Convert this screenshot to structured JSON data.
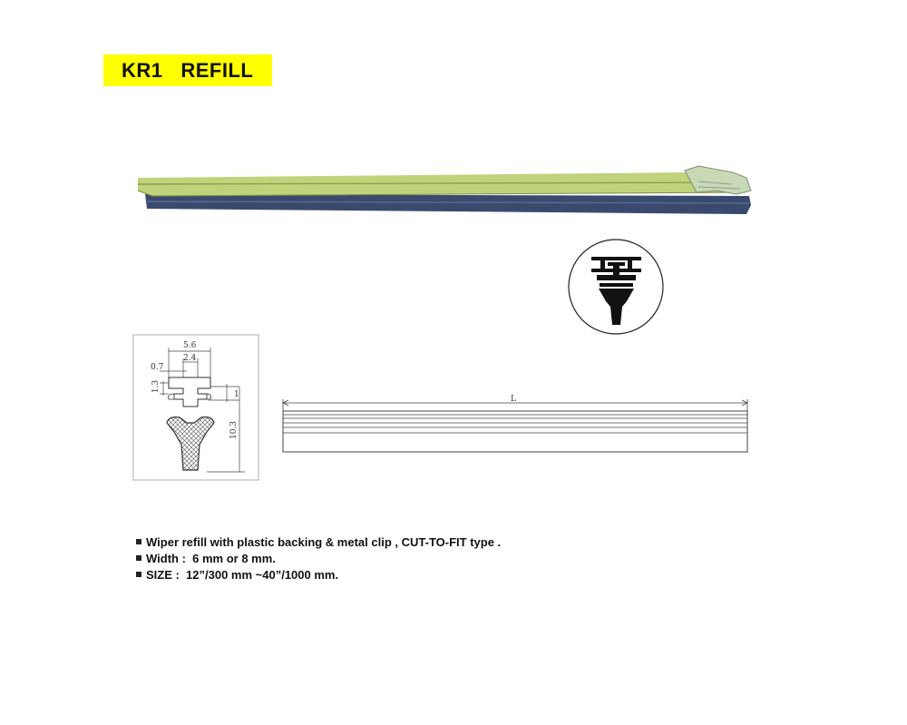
{
  "title": "KR1   REFILL",
  "drawing": {
    "dim_width_outer": "5.6",
    "dim_width_inner": "2.4",
    "dim_gap": "0.7",
    "dim_height_small": "1.3",
    "dim_height_right": "1",
    "dim_height_total": "10.3",
    "length_label": "L"
  },
  "specs": [
    "Wiper refill with plastic backing & metal clip , CUT-TO-FIT type .",
    "Width :  6 mm or 8 mm.",
    "SIZE :  12”/300 mm ~40”/1000 mm."
  ],
  "colors": {
    "title_bg": "#ffff00",
    "backing": "#bfd37a",
    "rubber": "#3a4a6e"
  }
}
